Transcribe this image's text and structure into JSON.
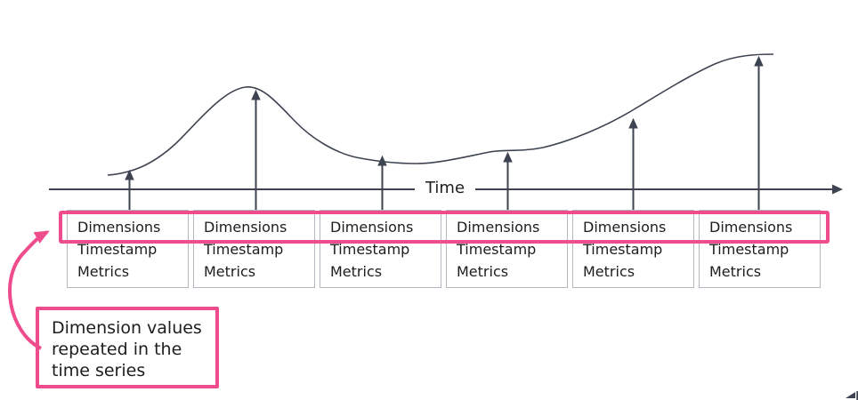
{
  "diagram": {
    "axis": {
      "label": "Time"
    },
    "records": [
      {
        "dimensions": "Dimensions",
        "timestamp": "Timestamp",
        "metrics": "Metrics"
      },
      {
        "dimensions": "Dimensions",
        "timestamp": "Timestamp",
        "metrics": "Metrics"
      },
      {
        "dimensions": "Dimensions",
        "timestamp": "Timestamp",
        "metrics": "Metrics"
      },
      {
        "dimensions": "Dimensions",
        "timestamp": "Timestamp",
        "metrics": "Metrics"
      },
      {
        "dimensions": "Dimensions",
        "timestamp": "Timestamp",
        "metrics": "Metrics"
      },
      {
        "dimensions": "Dimensions",
        "timestamp": "Timestamp",
        "metrics": "Metrics"
      }
    ],
    "callout": {
      "text": "Dimension values\nrepeated in the\ntime series"
    }
  },
  "icons": {
    "data_point_arrow": "up-arrow",
    "axis_arrowhead": "right-arrow",
    "callout_arrow": "curved-pink-arrow"
  },
  "colors": {
    "accent_pink": "#ee4c8c",
    "line": "#3d4350",
    "box_border": "#b3b7c0",
    "text": "#1d1d1f"
  }
}
